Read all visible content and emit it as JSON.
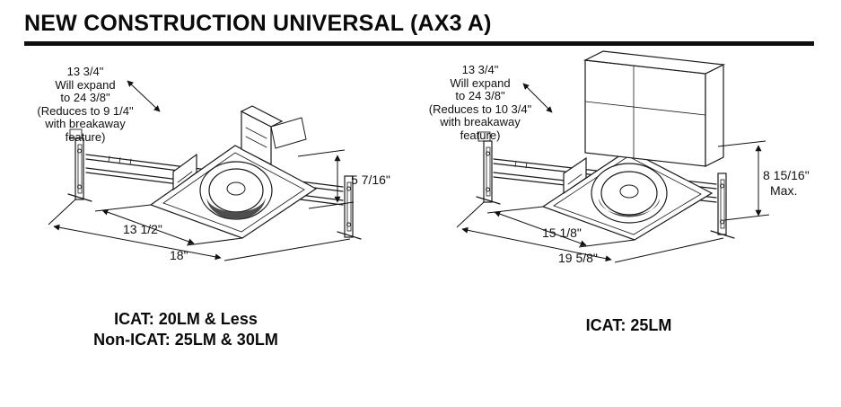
{
  "title": "NEW CONSTRUCTION UNIVERSAL (AX3 A)",
  "figures": {
    "left": {
      "note": [
        "13 3/4\"",
        "Will expand",
        "to 24 3/8\"",
        "(Reduces to 9 1/4\"",
        "with breakaway",
        "feature)"
      ],
      "dims": {
        "height": "5 7/16\"",
        "inner": "13 1/2\"",
        "overall": "18\""
      },
      "caption": [
        "ICAT: 20LM & Less",
        "Non-ICAT: 25LM & 30LM"
      ]
    },
    "right": {
      "note": [
        "13 3/4\"",
        "Will expand",
        "to 24 3/8\"",
        "(Reduces to 10 3/4\"",
        "with breakaway",
        "feature)"
      ],
      "dims": {
        "height": "8 15/16\"",
        "height_note": "Max.",
        "inner": "15 1/8\"",
        "overall": "19 5/8\""
      },
      "caption": [
        "ICAT: 25LM"
      ]
    }
  },
  "colors": {
    "ink": "#111111",
    "background": "#ffffff"
  }
}
